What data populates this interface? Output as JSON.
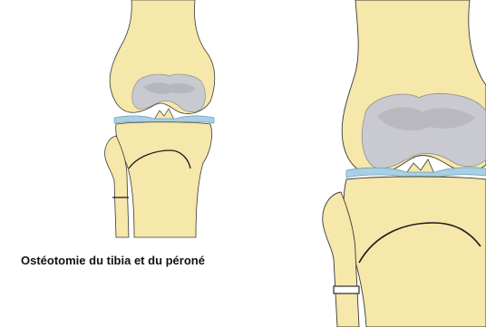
{
  "caption": "Ostéotomie du tibia et du péroné",
  "colors": {
    "bone": "#f6e7aa",
    "bone_shade": "#e8cf82",
    "cartilage": "#c9cacf",
    "cartilage_dark": "#a9aab0",
    "meniscus": "#a9cfe3",
    "outline": "#3a3a3a",
    "osteotomy_line": "#1a1a1a"
  },
  "panels": [
    {
      "name": "knee-small",
      "view": "before-osteotomy"
    },
    {
      "name": "knee-large",
      "view": "after-osteotomy"
    }
  ]
}
